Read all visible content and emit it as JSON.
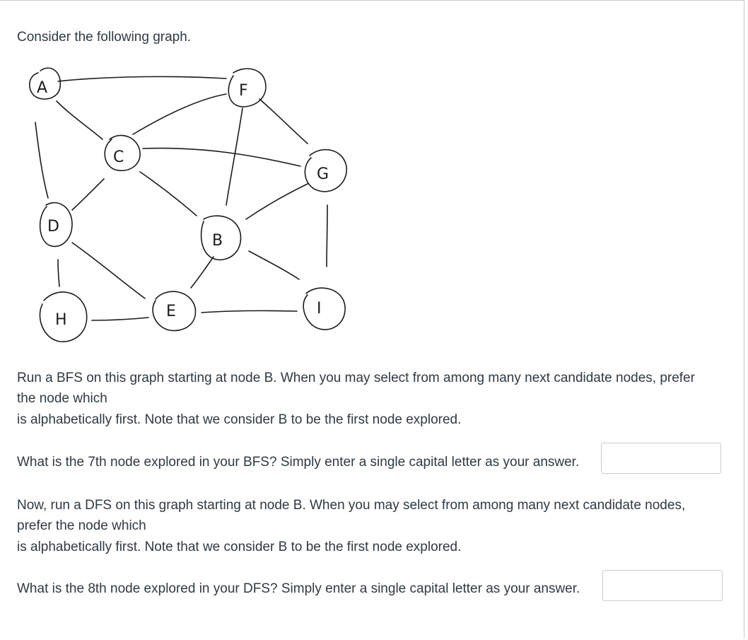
{
  "intro": "Consider the following graph.",
  "graph": {
    "nodes": [
      "A",
      "F",
      "C",
      "G",
      "D",
      "B",
      "H",
      "E",
      "I"
    ],
    "edges": [
      [
        "A",
        "F"
      ],
      [
        "A",
        "C"
      ],
      [
        "A",
        "D"
      ],
      [
        "C",
        "F"
      ],
      [
        "C",
        "G"
      ],
      [
        "C",
        "D"
      ],
      [
        "C",
        "B"
      ],
      [
        "F",
        "B"
      ],
      [
        "F",
        "G"
      ],
      [
        "G",
        "B"
      ],
      [
        "G",
        "I"
      ],
      [
        "D",
        "H"
      ],
      [
        "D",
        "E"
      ],
      [
        "B",
        "E"
      ],
      [
        "B",
        "I"
      ],
      [
        "H",
        "E"
      ],
      [
        "E",
        "I"
      ]
    ]
  },
  "q1": {
    "line1": "Run a BFS on this graph starting at node B. When you may select from among many next candidate nodes, prefer",
    "line2": "the node which",
    "line3": "is alphabetically first. Note that we consider B to be the first node explored.",
    "question": "What is the 7th node explored in your BFS? Simply enter a single capital letter as your answer.",
    "answer_value": ""
  },
  "q2": {
    "line1": "Now, run a DFS on this graph starting at node B. When you may select from among many next candidate nodes,",
    "line2": "prefer the node which",
    "line3": "is alphabetically first. Note that we consider B to be the first node explored.",
    "question": "What is the 8th node explored in your DFS? Simply enter a single capital letter as your answer.",
    "answer_value": ""
  }
}
